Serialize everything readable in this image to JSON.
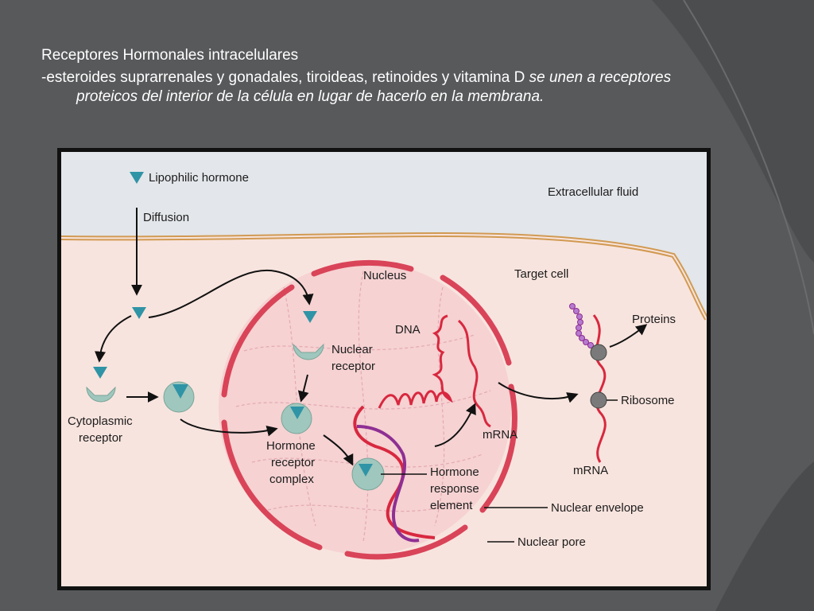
{
  "slide": {
    "title": "Receptores Hormonales intracelulares",
    "bullet_plain": "-esteroides suprarrenales y gonadales, tiroideas, retinoides y vitamina D ",
    "bullet_italic": "se unen a receptores proteicos del interior de la célula en lugar de hacerlo en la membrana."
  },
  "diagram": {
    "labels": {
      "lipophilic_hormone": "Lipophilic hormone",
      "diffusion": "Diffusion",
      "extracellular_fluid": "Extracellular fluid",
      "nucleus": "Nucleus",
      "target_cell": "Target cell",
      "dna": "DNA",
      "proteins": "Proteins",
      "nuclear_receptor_1": "Nuclear",
      "nuclear_receptor_2": "receptor",
      "ribosome": "Ribosome",
      "cytoplasmic_receptor_1": "Cytoplasmic",
      "cytoplasmic_receptor_2": "receptor",
      "mrna_nucleus": "mRNA",
      "mrna_cytoplasm": "mRNA",
      "hormone_receptor_complex_1": "Hormone",
      "hormone_receptor_complex_2": "receptor",
      "hormone_receptor_complex_3": "complex",
      "hre_1": "Hormone",
      "hre_2": "response",
      "hre_3": "element",
      "nuclear_envelope": "Nuclear envelope",
      "nuclear_pore": "Nuclear pore"
    },
    "colors": {
      "extracellular": "#e3e6ea",
      "cytoplasm": "#f8e4de",
      "nucleus_fill": "#f6d2d2",
      "envelope": "#d94459",
      "membrane": "#d19a52",
      "hormone": "#2f94a6",
      "receptor": "#9fc7bd",
      "dna": "#d8283f",
      "purple": "#8e2f93",
      "ribosome": "#7a7a7a"
    }
  }
}
